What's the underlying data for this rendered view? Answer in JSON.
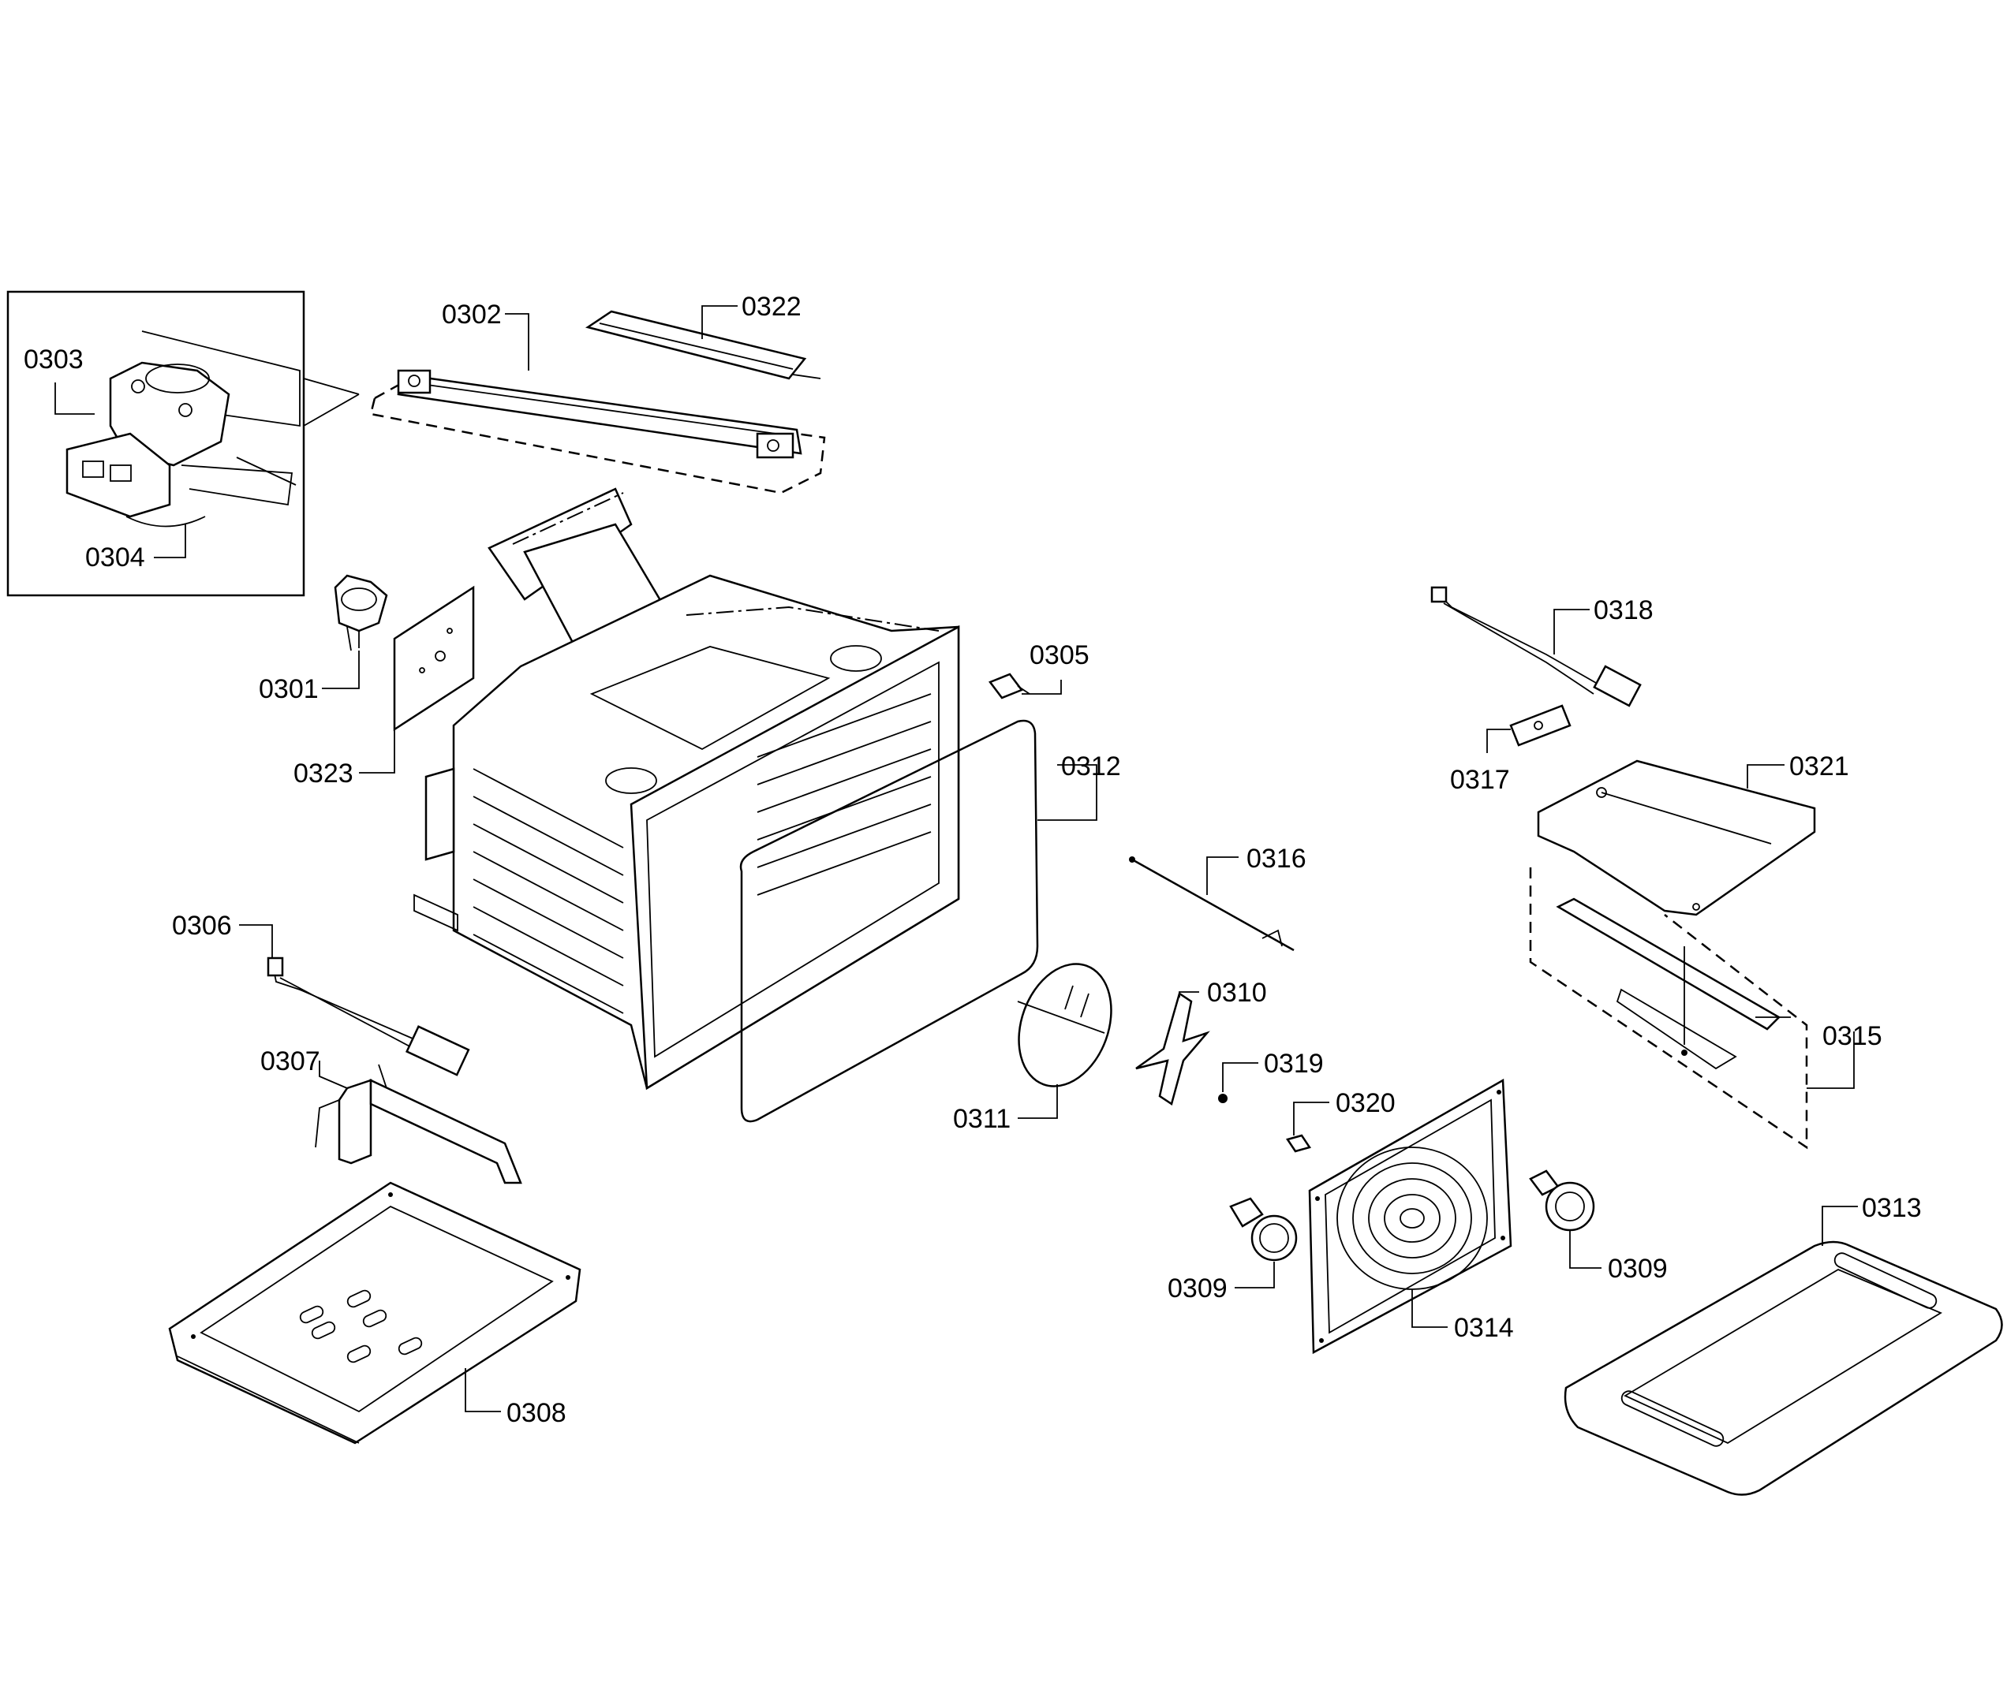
{
  "labels": {
    "p0301": "0301",
    "p0302": "0302",
    "p0303": "0303",
    "p0304": "0304",
    "p0305": "0305",
    "p0306": "0306",
    "p0307": "0307",
    "p0308": "0308",
    "p0309a": "0309",
    "p0309b": "0309",
    "p0310": "0310",
    "p0311": "0311",
    "p0312": "0312",
    "p0313": "0313",
    "p0314": "0314",
    "p0315": "0315",
    "p0316": "0316",
    "p0317": "0317",
    "p0318": "0318",
    "p0319": "0319",
    "p0320": "0320",
    "p0321": "0321",
    "p0322": "0322",
    "p0323": "0323"
  }
}
